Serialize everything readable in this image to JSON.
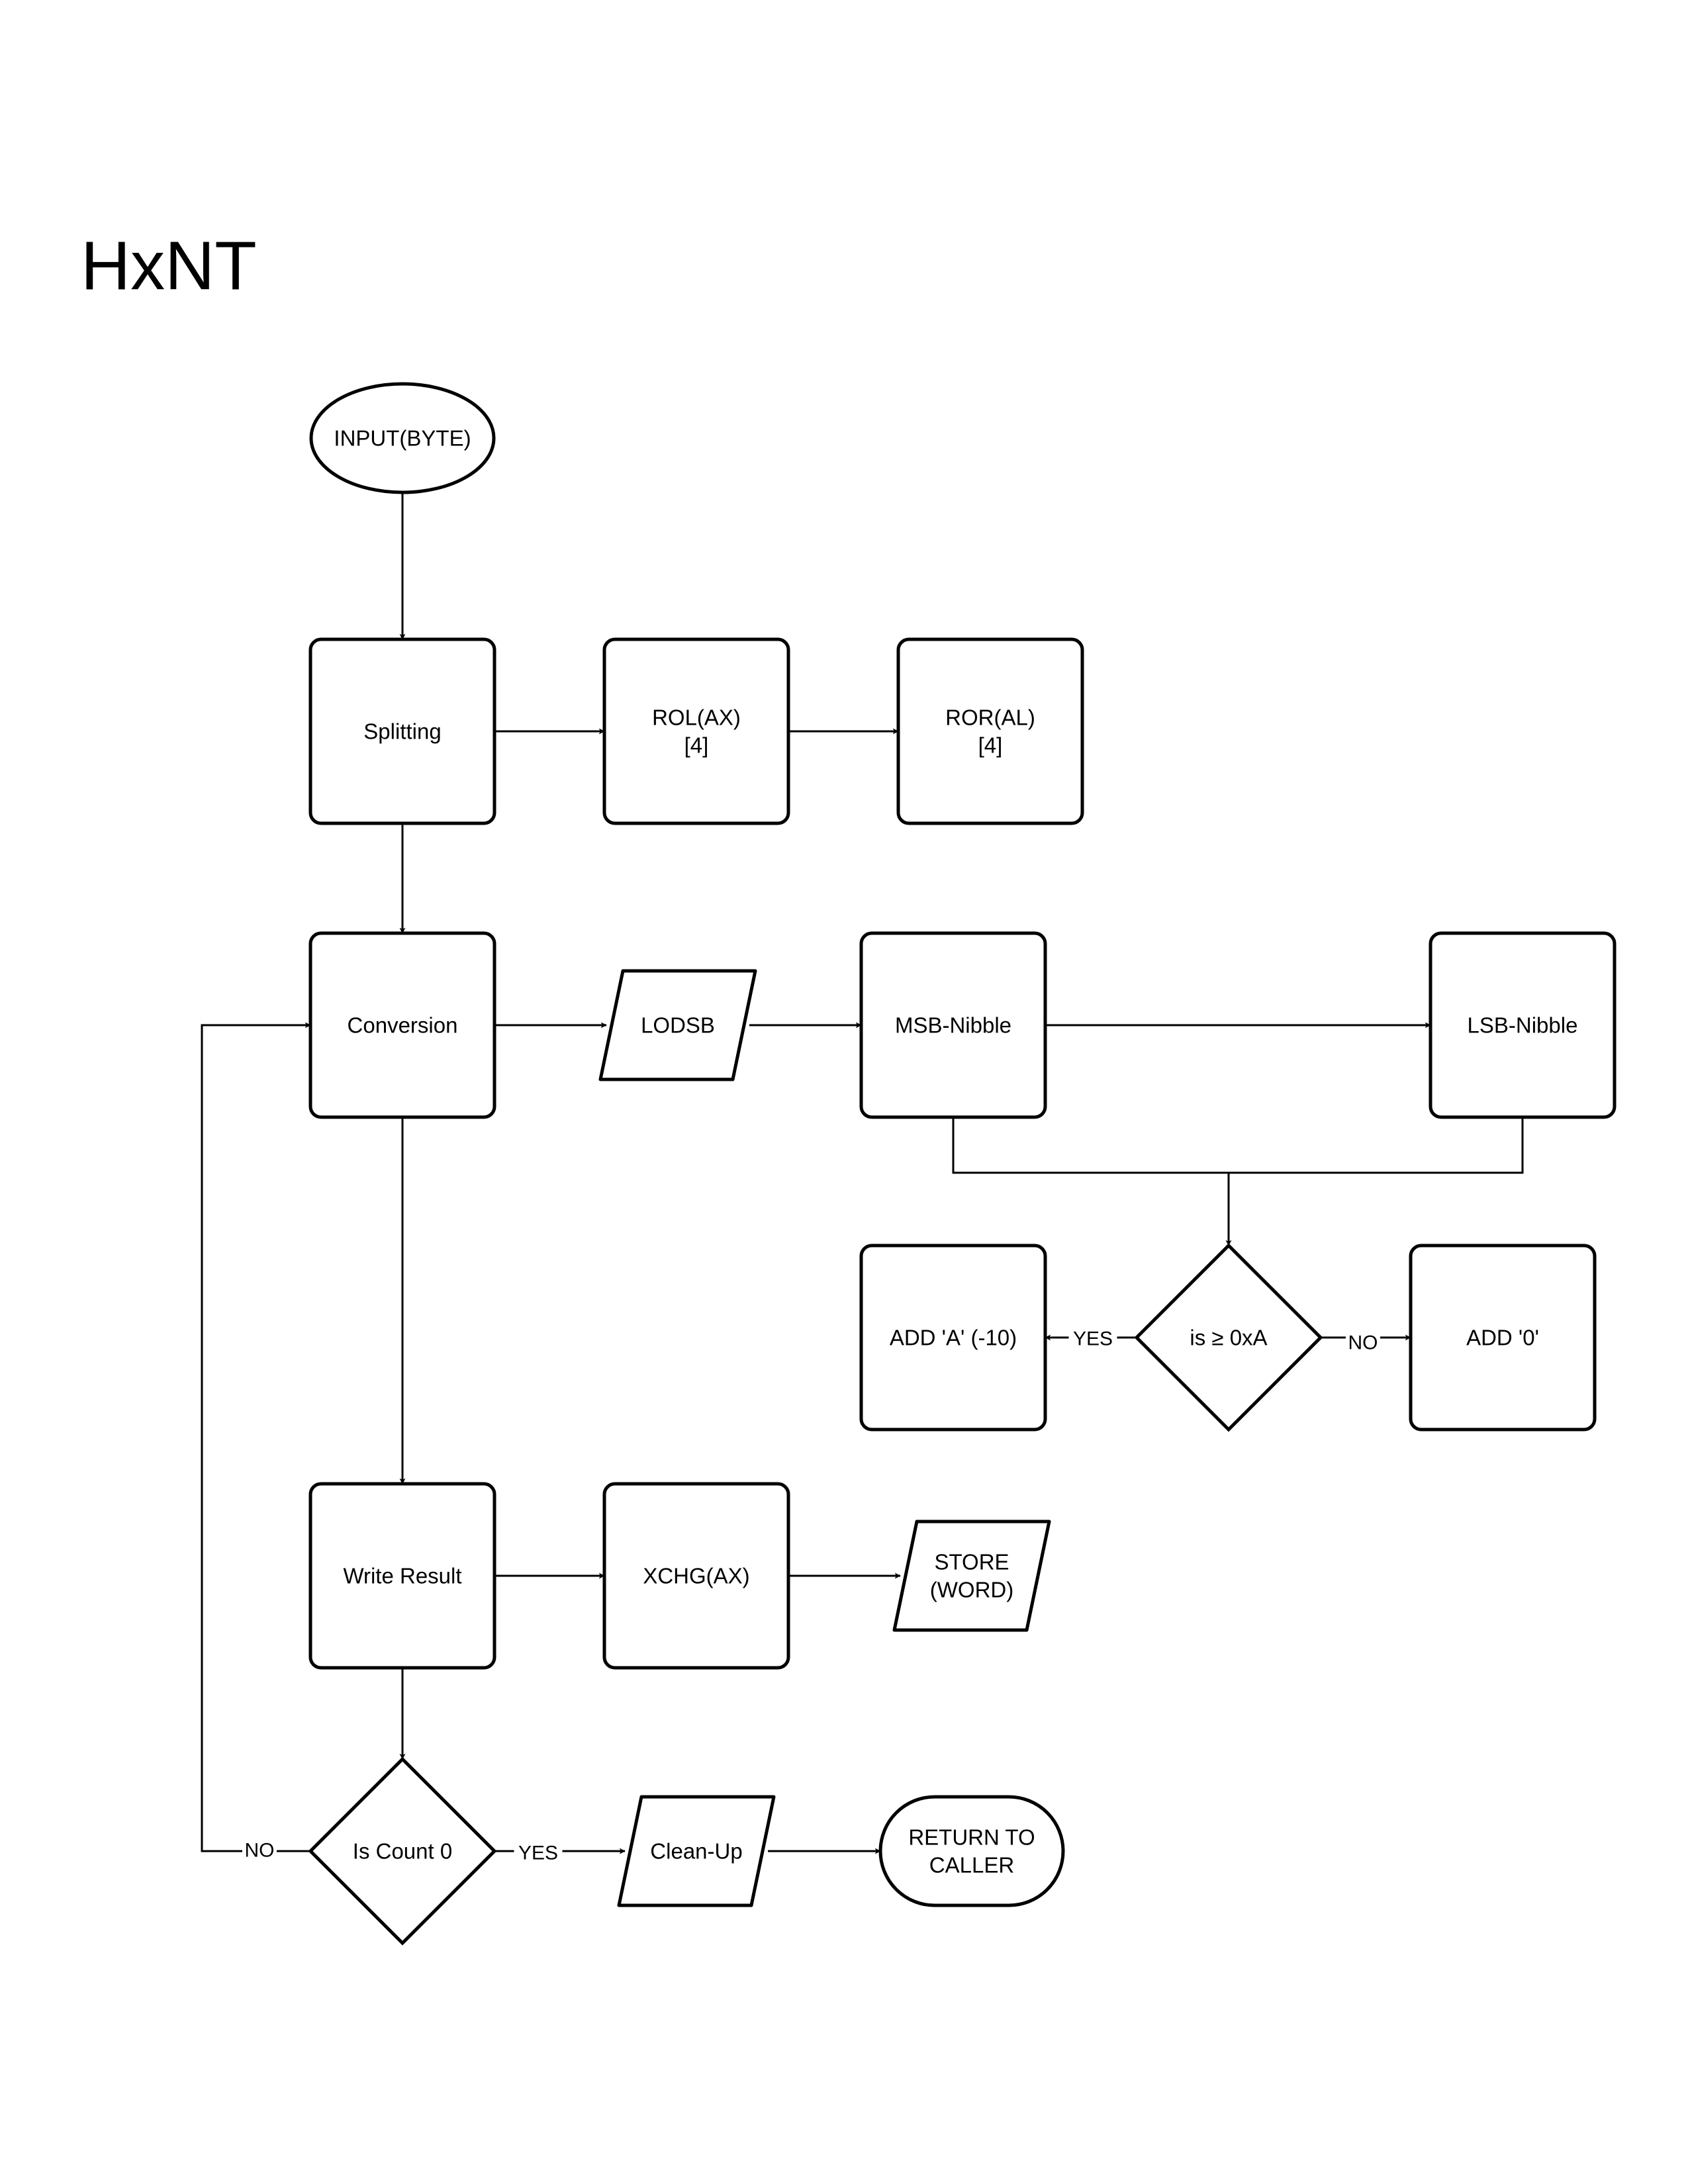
{
  "title": "HxNT",
  "nodes": {
    "input": {
      "shape": "ellipse",
      "label": [
        "INPUT(BYTE)"
      ]
    },
    "splitting": {
      "shape": "rect",
      "label": [
        "Splitting"
      ]
    },
    "rol": {
      "shape": "rect",
      "label": [
        "ROL(AX)",
        "[4]"
      ]
    },
    "ror": {
      "shape": "rect",
      "label": [
        "ROR(AL)",
        "[4]"
      ]
    },
    "conversion": {
      "shape": "rect",
      "label": [
        "Conversion"
      ]
    },
    "lodsb": {
      "shape": "parallelogram",
      "label": [
        "LODSB"
      ]
    },
    "msb": {
      "shape": "rect",
      "label": [
        "MSB-Nibble"
      ]
    },
    "lsb": {
      "shape": "rect",
      "label": [
        "LSB-Nibble"
      ]
    },
    "is_hex": {
      "shape": "diamond",
      "label": [
        "is ≥ 0xA"
      ]
    },
    "add_a": {
      "shape": "rect",
      "label": [
        "ADD 'A' (-10)"
      ]
    },
    "add_0": {
      "shape": "rect",
      "label": [
        "ADD '0'"
      ]
    },
    "write": {
      "shape": "rect",
      "label": [
        "Write Result"
      ]
    },
    "xchg": {
      "shape": "rect",
      "label": [
        "XCHG(AX)"
      ]
    },
    "store": {
      "shape": "parallelogram",
      "label": [
        "STORE",
        "(WORD)"
      ]
    },
    "is_count": {
      "shape": "diamond",
      "label": [
        "Is Count 0"
      ]
    },
    "cleanup": {
      "shape": "parallelogram",
      "label": [
        "Clean-Up"
      ]
    },
    "return": {
      "shape": "stadium",
      "label": [
        "RETURN TO",
        "CALLER"
      ]
    }
  },
  "edges": [
    {
      "from": "input",
      "to": "splitting",
      "label": ""
    },
    {
      "from": "splitting",
      "to": "rol",
      "label": ""
    },
    {
      "from": "rol",
      "to": "ror",
      "label": ""
    },
    {
      "from": "splitting",
      "to": "conversion",
      "label": ""
    },
    {
      "from": "conversion",
      "to": "lodsb",
      "label": ""
    },
    {
      "from": "lodsb",
      "to": "msb",
      "label": ""
    },
    {
      "from": "msb",
      "to": "lsb",
      "label": ""
    },
    {
      "from": "msb",
      "to": "is_hex",
      "label": ""
    },
    {
      "from": "lsb",
      "to": "is_hex",
      "label": ""
    },
    {
      "from": "is_hex",
      "to": "add_a",
      "label": "YES"
    },
    {
      "from": "is_hex",
      "to": "add_0",
      "label": "NO"
    },
    {
      "from": "conversion",
      "to": "write",
      "label": ""
    },
    {
      "from": "write",
      "to": "xchg",
      "label": ""
    },
    {
      "from": "xchg",
      "to": "store",
      "label": ""
    },
    {
      "from": "write",
      "to": "is_count",
      "label": ""
    },
    {
      "from": "is_count",
      "to": "cleanup",
      "label": "YES"
    },
    {
      "from": "cleanup",
      "to": "return",
      "label": ""
    },
    {
      "from": "is_count",
      "to": "conversion",
      "label": "NO"
    }
  ]
}
